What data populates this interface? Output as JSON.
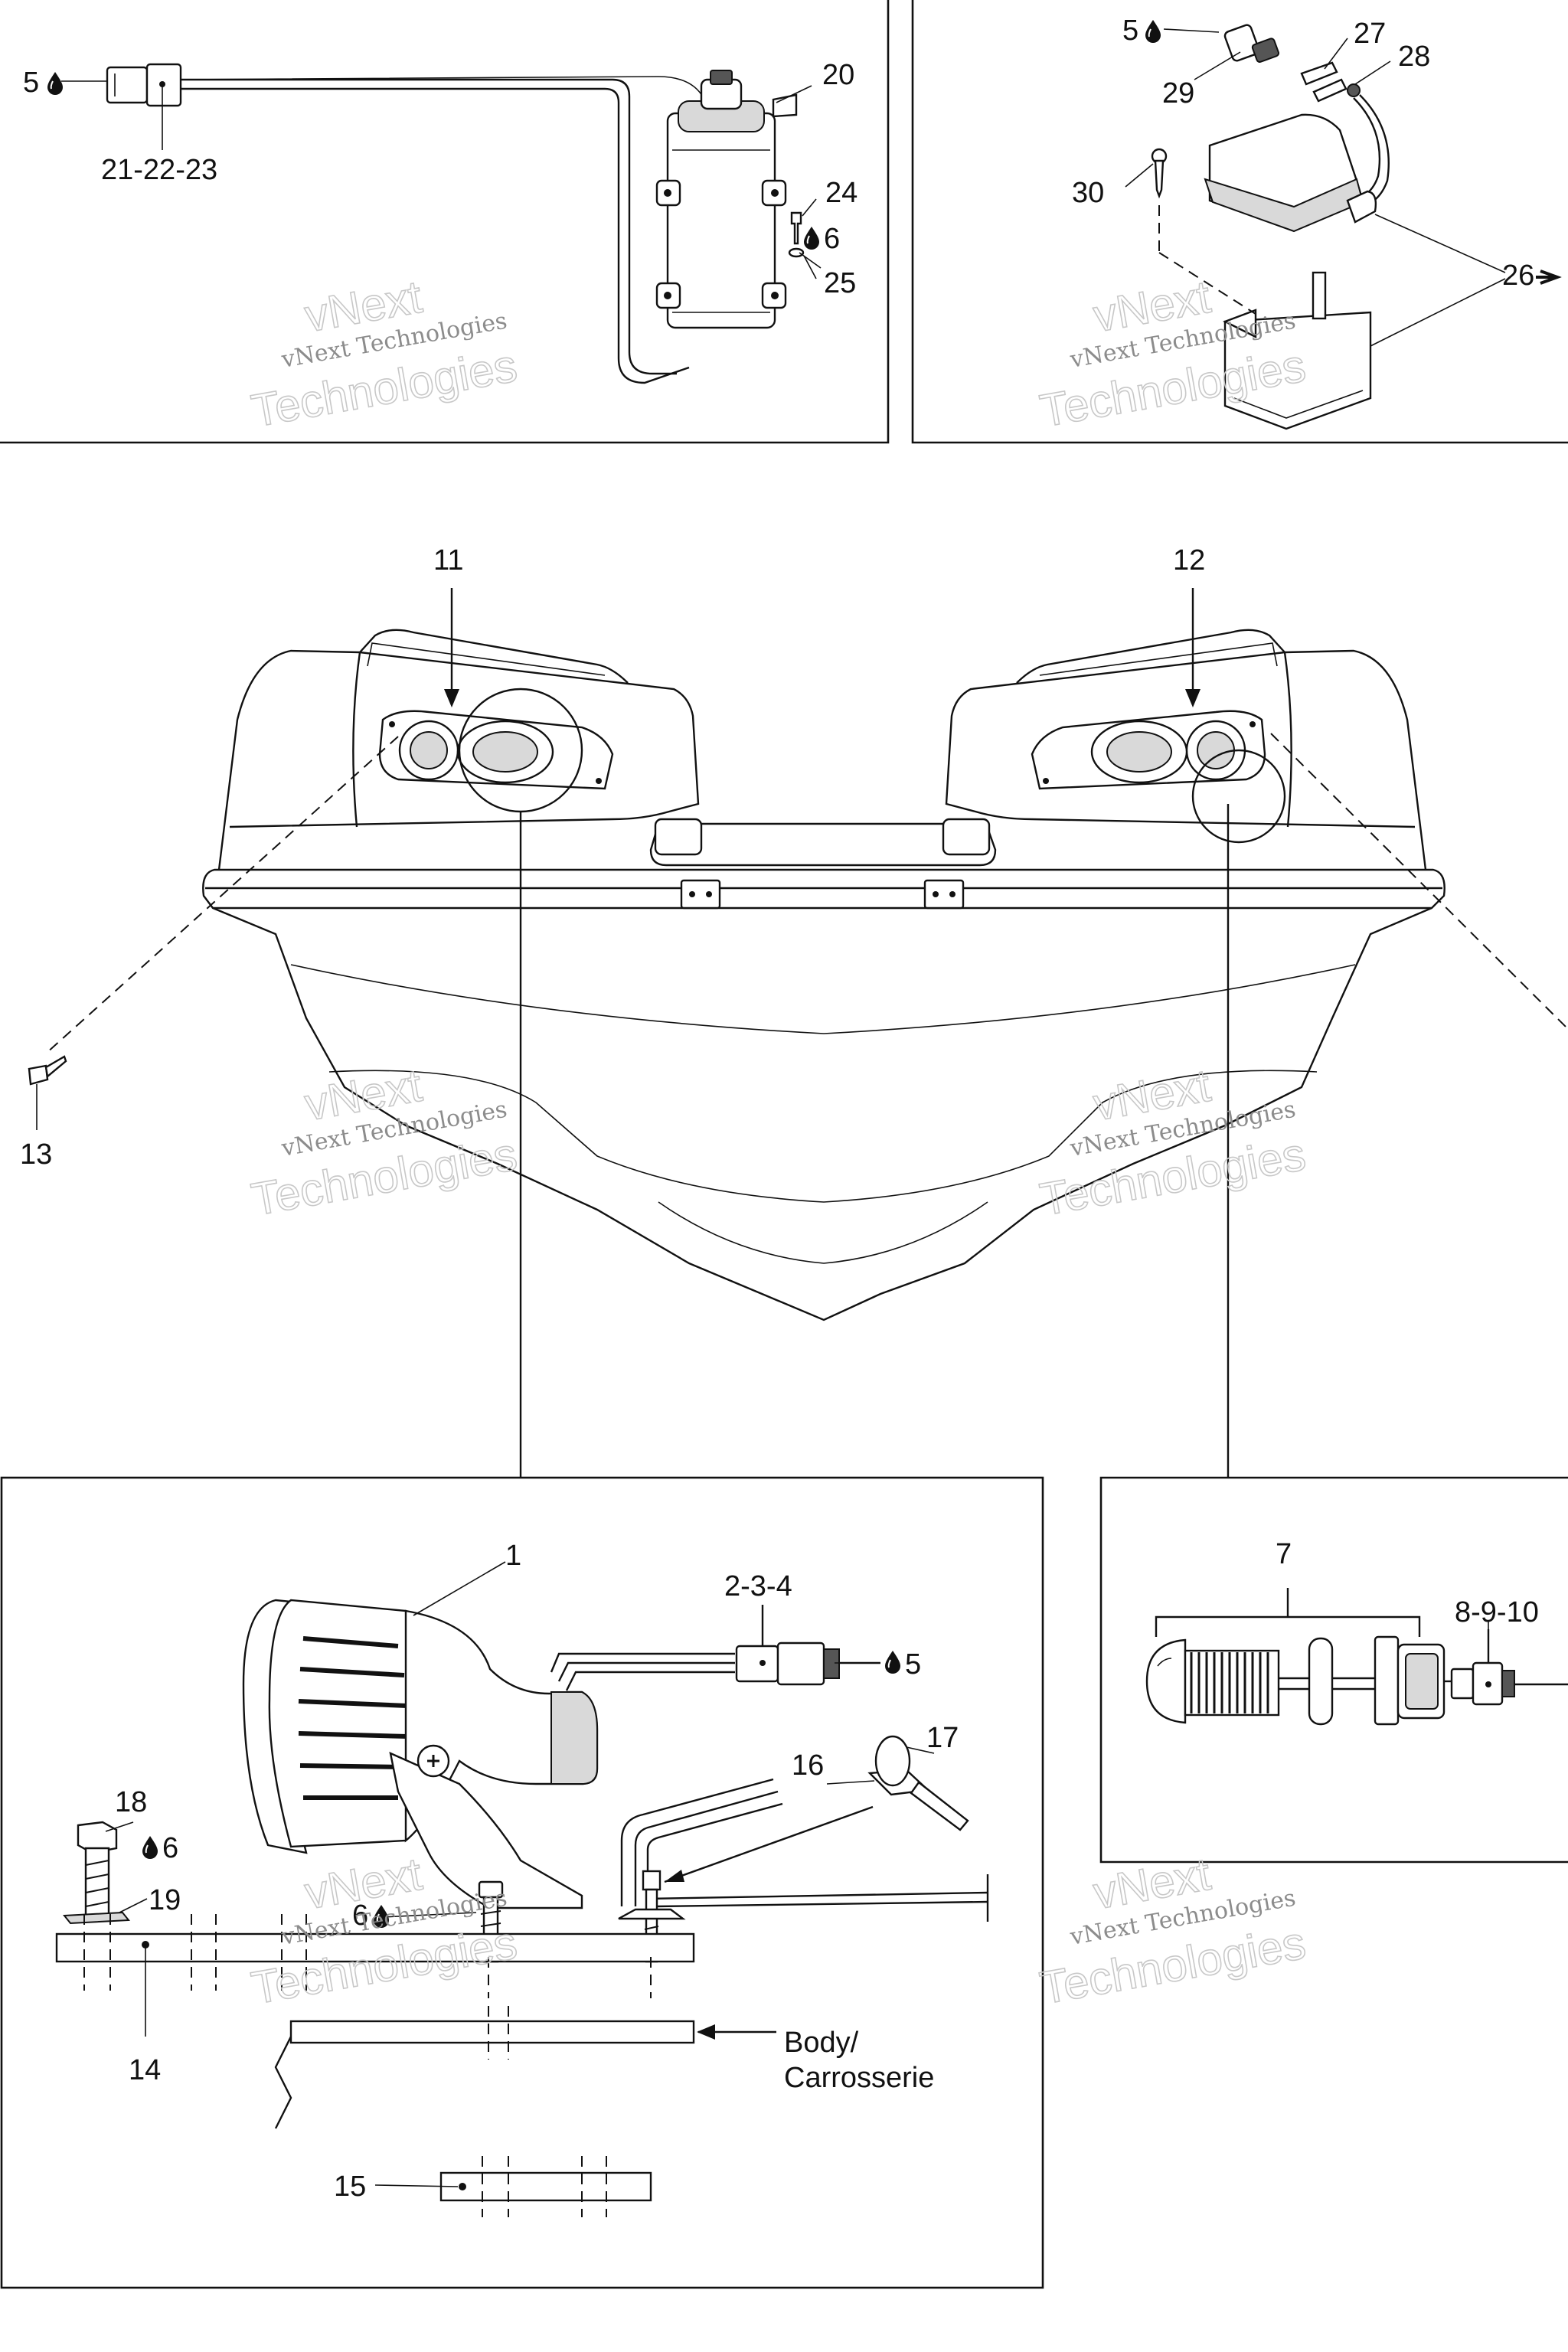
{
  "watermark": {
    "line1": "vNext",
    "line2": "vNext Technologies",
    "line3": "Technologies"
  },
  "callouts": {
    "c1": "1",
    "c2_3_4": "2-3-4",
    "c5": "5",
    "c6": "6",
    "c7": "7",
    "c8_9_10": "8-9-10",
    "c11": "11",
    "c12": "12",
    "c13": "13",
    "c14": "14",
    "c15": "15",
    "c16": "16",
    "c17": "17",
    "c18": "18",
    "c19": "19",
    "c20": "20",
    "c21_22_23": "21-22-23",
    "c24": "24",
    "c25": "25",
    "c26": "26",
    "c27": "27",
    "c28": "28",
    "c29": "29",
    "c30": "30"
  },
  "body_label": {
    "line1": "Body/",
    "line2": "Carrosserie"
  },
  "icons": {
    "lubricant": "oil-drop-icon",
    "arrow": "arrow-right-icon"
  }
}
